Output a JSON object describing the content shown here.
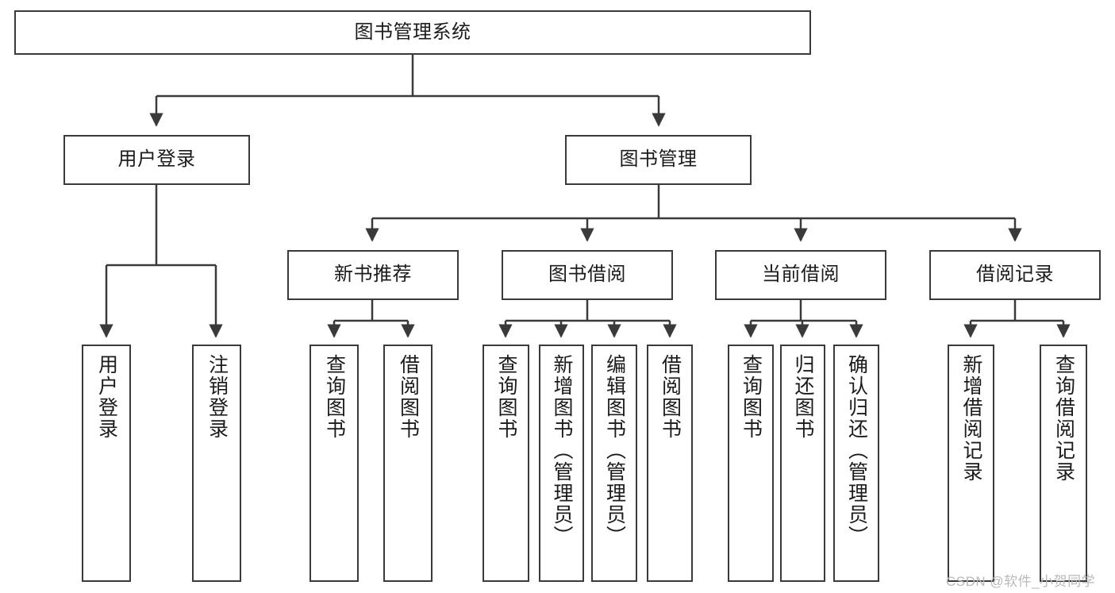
{
  "diagram": {
    "type": "tree",
    "title": "图书管理系统",
    "root": {
      "label": "图书管理系统"
    },
    "level2": [
      {
        "label": "用户登录"
      },
      {
        "label": "图书管理"
      }
    ],
    "level3": [
      {
        "label": "新书推荐"
      },
      {
        "label": "图书借阅"
      },
      {
        "label": "当前借阅"
      },
      {
        "label": "借阅记录"
      }
    ],
    "leaves": {
      "user_login": [
        {
          "label": "用户登录"
        },
        {
          "label": "注销登录"
        }
      ],
      "new_book_recommend": [
        {
          "label": "查询图书"
        },
        {
          "label": "借阅图书"
        }
      ],
      "book_borrow": [
        {
          "label": "查询图书"
        },
        {
          "label": "新增图书（管理员）"
        },
        {
          "label": "编辑图书（管理员）"
        },
        {
          "label": "借阅图书"
        }
      ],
      "current_borrow": [
        {
          "label": "查询图书"
        },
        {
          "label": "归还图书"
        },
        {
          "label": "确认归还（管理员）"
        }
      ],
      "borrow_record": [
        {
          "label": "新增借阅记录"
        },
        {
          "label": "查询借阅记录"
        }
      ]
    }
  },
  "watermark": {
    "text": "CSDN @软件_小贺同学"
  },
  "colors": {
    "stroke": "#3a3a3a",
    "fill": "#ffffff",
    "text": "#1b1b1b",
    "watermark": "#b9b9b9"
  }
}
